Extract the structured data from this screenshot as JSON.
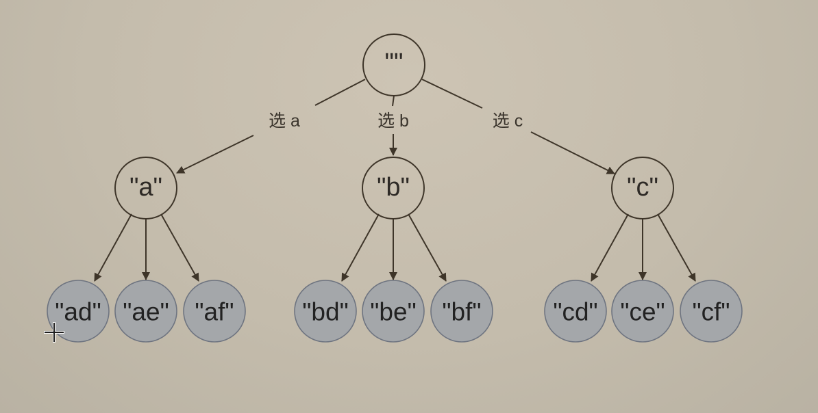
{
  "tree": {
    "root": {
      "label": "\"\""
    },
    "children": [
      {
        "label": "\"a\"",
        "edge_label": "选 a",
        "leaves": [
          "\"ad\"",
          "\"ae\"",
          "\"af\""
        ]
      },
      {
        "label": "\"b\"",
        "edge_label": "选 b",
        "leaves": [
          "\"bd\"",
          "\"be\"",
          "\"bf\""
        ]
      },
      {
        "label": "\"c\"",
        "edge_label": "选 c",
        "leaves": [
          "\"cd\"",
          "\"ce\"",
          "\"cf\""
        ]
      }
    ]
  },
  "colors": {
    "background": "#c6bdad",
    "line": "#3e3529",
    "leaf_fill": "#a4a7aa",
    "leaf_stroke": "#6e7480"
  }
}
